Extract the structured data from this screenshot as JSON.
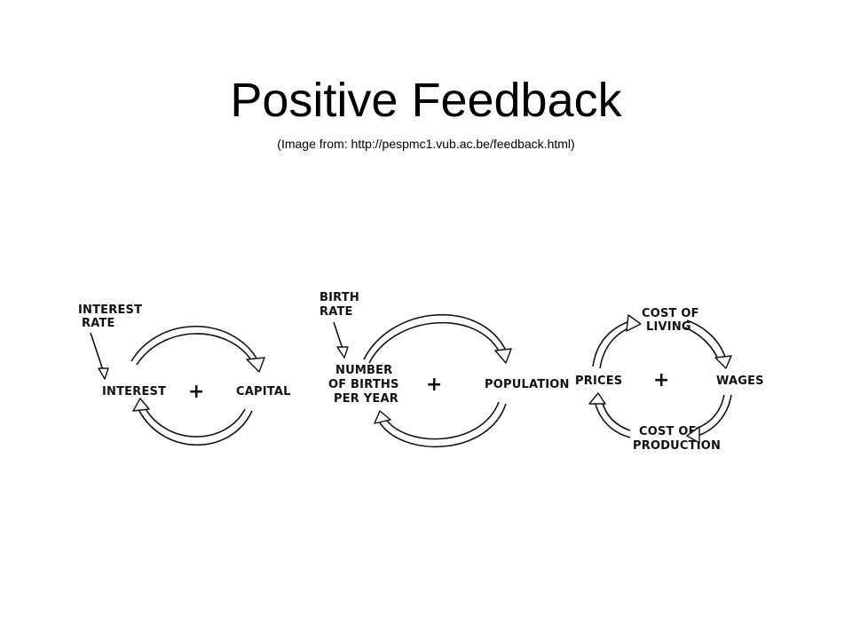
{
  "slide": {
    "title": "Positive Feedback",
    "subtitle": "(Image from: http://pespmc1.vub.ac.be/feedback.html)"
  },
  "diagram_interest": {
    "input": [
      "INTEREST",
      "RATE"
    ],
    "left": "INTEREST",
    "right": "CAPITAL",
    "sign": "+"
  },
  "diagram_population": {
    "input": [
      "BIRTH",
      "RATE"
    ],
    "left": [
      "NUMBER",
      "OF BIRTHS",
      "PER YEAR"
    ],
    "right": "POPULATION",
    "sign": "+"
  },
  "diagram_prices": {
    "top": [
      "COST OF",
      "LIVING"
    ],
    "right": "WAGES",
    "bottom": [
      "COST OF",
      "PRODUCTION"
    ],
    "left": "PRICES",
    "sign": "+"
  }
}
